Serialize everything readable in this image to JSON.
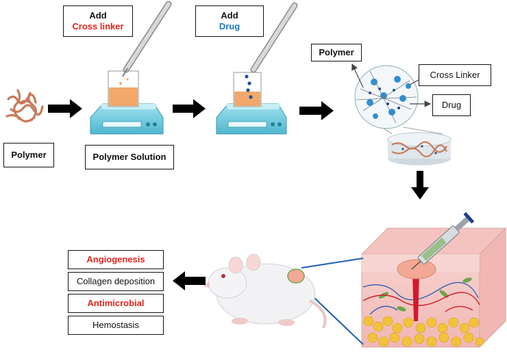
{
  "step1": {
    "polymer_label": "Polymer"
  },
  "step2": {
    "add_word": "Add",
    "reagent": "Cross linker",
    "solution_label": "Polymer Solution"
  },
  "step3": {
    "add_word": "Add",
    "reagent": "Drug"
  },
  "hydrogel": {
    "polymer_label": "Polymer",
    "crosslinker_label": "Cross Linker",
    "drug_label": "Drug"
  },
  "properties": [
    {
      "label": "Angiogenesis",
      "highlight": true
    },
    {
      "label": "Collagen deposition",
      "highlight": false
    },
    {
      "label": "Antimicrobial",
      "highlight": true
    },
    {
      "label": "Hemostasis",
      "highlight": false
    }
  ],
  "colors": {
    "highlight_text": "#e3231c",
    "drug_text": "#1a7ac4",
    "stirrer_body": "#7fd3e4",
    "solution": "#f2a86a",
    "polymer_strand": "#c97a5a",
    "arrow": "#000000",
    "blood": "#d4182a"
  }
}
